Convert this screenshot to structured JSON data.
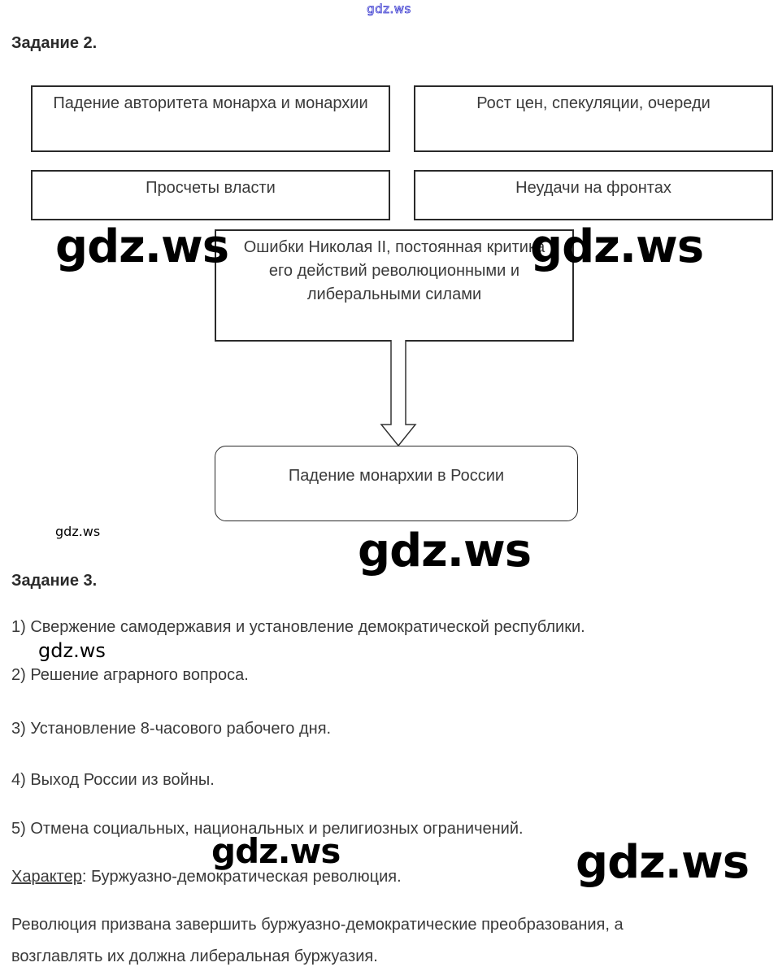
{
  "watermark_text": "gdz.ws",
  "task2": {
    "heading": "Задание 2.",
    "boxes": [
      {
        "text": "Падение авторитета монарха и монархии"
      },
      {
        "text": "Рост цен, спекуляции, очереди"
      },
      {
        "text": "Просчеты власти"
      },
      {
        "text": "Неудачи на фронтах"
      },
      {
        "text": "Ошибки Николая II, постоянная критика его действий революционными и либеральными силами"
      }
    ],
    "result_box": "Падение монархии в России"
  },
  "task3": {
    "heading": "Задание 3.",
    "items": [
      "1) Свержение самодержавия и установление демократической республики.",
      "2) Решение аграрного вопроса.",
      "3) Установление 8-часового рабочего дня.",
      "4) Выход России из войны.",
      "5) Отмена социальных, национальных и религиозных ограничений."
    ],
    "character_label": "Характер",
    "character_value": ": Буржуазно-демократическая революция.",
    "conclusion_line1": "Революция призвана завершить буржуазно-демократические преобразования, а",
    "conclusion_line2": "возглавлять их должна либеральная буржуазия."
  }
}
